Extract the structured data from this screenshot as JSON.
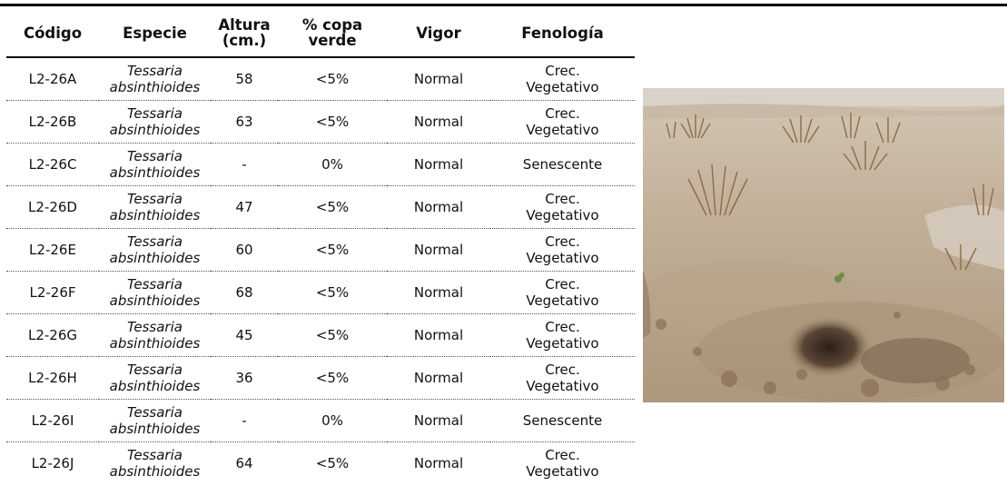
{
  "table": {
    "headers": {
      "codigo": "Código",
      "especie": "Especie",
      "altura_l1": "Altura",
      "altura_l2": "(cm.)",
      "copa_l1": "% copa",
      "copa_l2": "verde",
      "vigor": "Vigor",
      "fenologia": "Fenología"
    },
    "rows": [
      {
        "codigo": "L2-26A",
        "especie_l1": "Tessaria",
        "especie_l2": "absinthioides",
        "altura": "58",
        "copa": "<5%",
        "vigor": "Normal",
        "feno_l1": "Crec.",
        "feno_l2": "Vegetativo"
      },
      {
        "codigo": "L2-26B",
        "especie_l1": "Tessaria",
        "especie_l2": "absinthioides",
        "altura": "63",
        "copa": "<5%",
        "vigor": "Normal",
        "feno_l1": "Crec.",
        "feno_l2": "Vegetativo"
      },
      {
        "codigo": "L2-26C",
        "especie_l1": "Tessaria",
        "especie_l2": "absinthioides",
        "altura": "-",
        "copa": "0%",
        "vigor": "Normal",
        "feno_l1": "Senescente",
        "feno_l2": ""
      },
      {
        "codigo": "L2-26D",
        "especie_l1": "Tessaria",
        "especie_l2": "absinthioides",
        "altura": "47",
        "copa": "<5%",
        "vigor": "Normal",
        "feno_l1": "Crec.",
        "feno_l2": "Vegetativo"
      },
      {
        "codigo": "L2-26E",
        "especie_l1": "Tessaria",
        "especie_l2": "absinthioides",
        "altura": "60",
        "copa": "<5%",
        "vigor": "Normal",
        "feno_l1": "Crec.",
        "feno_l2": "Vegetativo"
      },
      {
        "codigo": "L2-26F",
        "especie_l1": "Tessaria",
        "especie_l2": "absinthioides",
        "altura": "68",
        "copa": "<5%",
        "vigor": "Normal",
        "feno_l1": "Crec.",
        "feno_l2": "Vegetativo"
      },
      {
        "codigo": "L2-26G",
        "especie_l1": "Tessaria",
        "especie_l2": "absinthioides",
        "altura": "45",
        "copa": "<5%",
        "vigor": "Normal",
        "feno_l1": "Crec.",
        "feno_l2": "Vegetativo"
      },
      {
        "codigo": "L2-26H",
        "especie_l1": "Tessaria",
        "especie_l2": "absinthioides",
        "altura": "36",
        "copa": "<5%",
        "vigor": "Normal",
        "feno_l1": "Crec.",
        "feno_l2": "Vegetativo"
      },
      {
        "codigo": "L2-26I",
        "especie_l1": "Tessaria",
        "especie_l2": "absinthioides",
        "altura": "-",
        "copa": "0%",
        "vigor": "Normal",
        "feno_l1": "Senescente",
        "feno_l2": ""
      },
      {
        "codigo": "L2-26J",
        "especie_l1": "Tessaria",
        "especie_l2": "absinthioides",
        "altura": "64",
        "copa": "<5%",
        "vigor": "Normal",
        "feno_l1": "Crec.",
        "feno_l2": "Vegetativo"
      }
    ]
  },
  "photo": {
    "subject": "dry-soil-shrubs-photo",
    "colors": {
      "sky": "#d9d4cc",
      "soil": "#b9a48c",
      "soil_dark": "#8f7a64",
      "shrub": "#9a7a4e",
      "hole": "#3a2c22"
    }
  }
}
